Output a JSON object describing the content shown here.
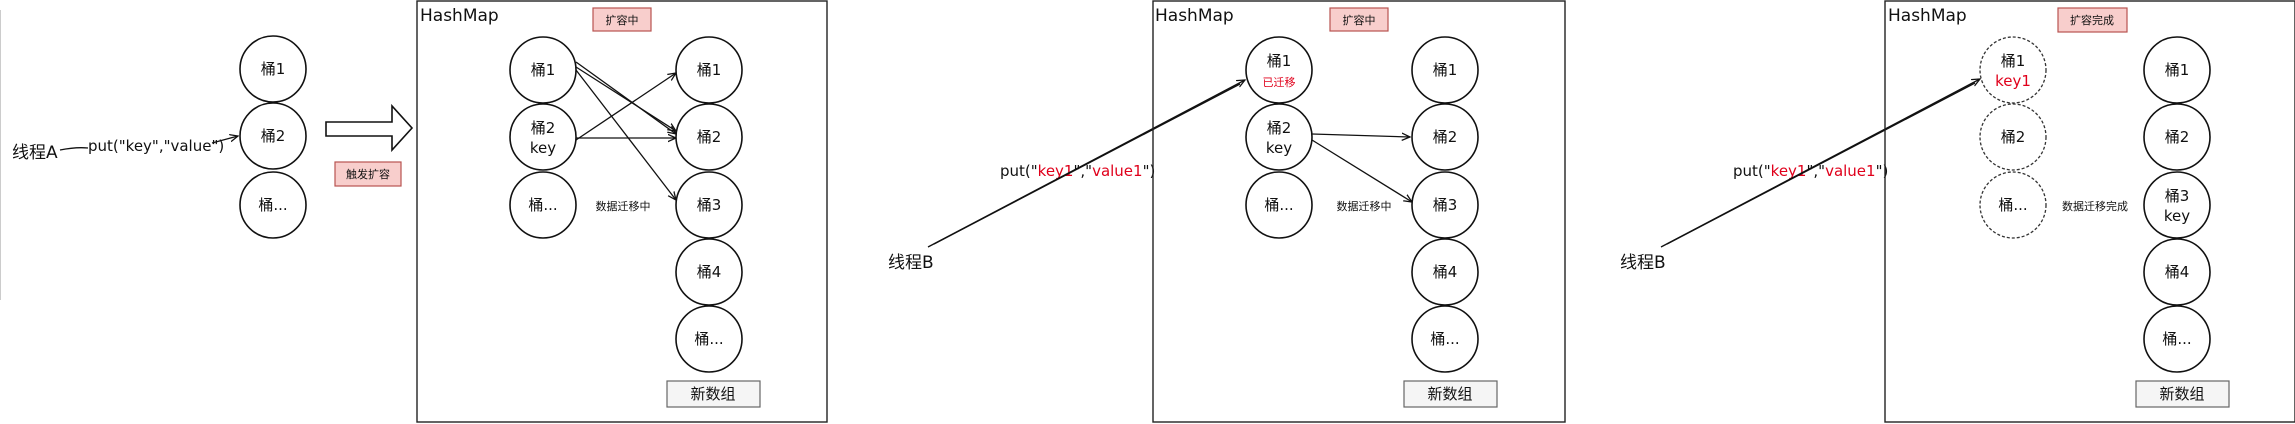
{
  "panel1": {
    "thread": "线程A",
    "call": "put(\"key\",\"value\")",
    "buckets": [
      "桶1",
      "桶2",
      "桶..."
    ],
    "trigger": "触发扩容"
  },
  "panel2": {
    "title": "HashMap",
    "status": "扩容中",
    "old_buckets": [
      "桶1",
      "桶2",
      "桶..."
    ],
    "old_key": "key",
    "new_buckets": [
      "桶1",
      "桶2",
      "桶3",
      "桶4",
      "桶..."
    ],
    "migration": "数据迁移中",
    "new_array": "新数组"
  },
  "panel3": {
    "title": "HashMap",
    "status": "扩容中",
    "old_buckets": [
      "桶1",
      "桶2",
      "桶..."
    ],
    "moved_note": "已迁移",
    "old_key": "key",
    "new_buckets": [
      "桶1",
      "桶2",
      "桶3",
      "桶4",
      "桶..."
    ],
    "migration": "数据迁移中",
    "new_array": "新数组",
    "thread": "线程B",
    "call_prefix": "put(\"",
    "call_key": "key1",
    "call_mid": "\",\"",
    "call_value": "value1",
    "call_suffix": "\")"
  },
  "panel4": {
    "title": "HashMap",
    "status": "扩容完成",
    "old_buckets": [
      "桶1",
      "桶2",
      "桶..."
    ],
    "old_key": "key1",
    "new_buckets": [
      "桶1",
      "桶2",
      "桶3",
      "桶4",
      "桶..."
    ],
    "new_key": "key",
    "migration": "数据迁移完成",
    "new_array": "新数组",
    "thread": "线程B",
    "call_prefix": "put(\"",
    "call_key": "key1",
    "call_mid": "\",\"",
    "call_value": "value1",
    "call_suffix": "\")"
  },
  "colors": {
    "tag_fill": "#f8cecc",
    "tag_stroke": "#b85450",
    "highlight": "#e0001b"
  }
}
